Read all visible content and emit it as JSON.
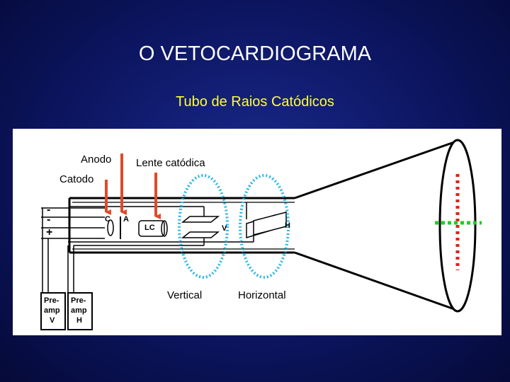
{
  "slide": {
    "title": "O VETOCARDIOGRAMA",
    "subtitle": "Tubo de Raios Catódicos"
  },
  "diagram": {
    "labels": {
      "anodo": "Anodo",
      "catodo": "Catodo",
      "lente": "Lente catódica",
      "vertical": "Vertical",
      "horizontal": "Horizontal"
    },
    "tube_letters": {
      "c": "C",
      "a": "A",
      "lc": "LC",
      "v": "V",
      "h": "H",
      "plus": "+",
      "minus": "-"
    },
    "preamp_v": [
      "Pre-",
      "amp",
      "V"
    ],
    "preamp_h": [
      "Pre-",
      "amp",
      "H"
    ],
    "colors": {
      "arrow": "#e04a2a",
      "ellipse": "#29b6e6",
      "screen_red": "#e0221e",
      "screen_green": "#22cc22"
    }
  }
}
